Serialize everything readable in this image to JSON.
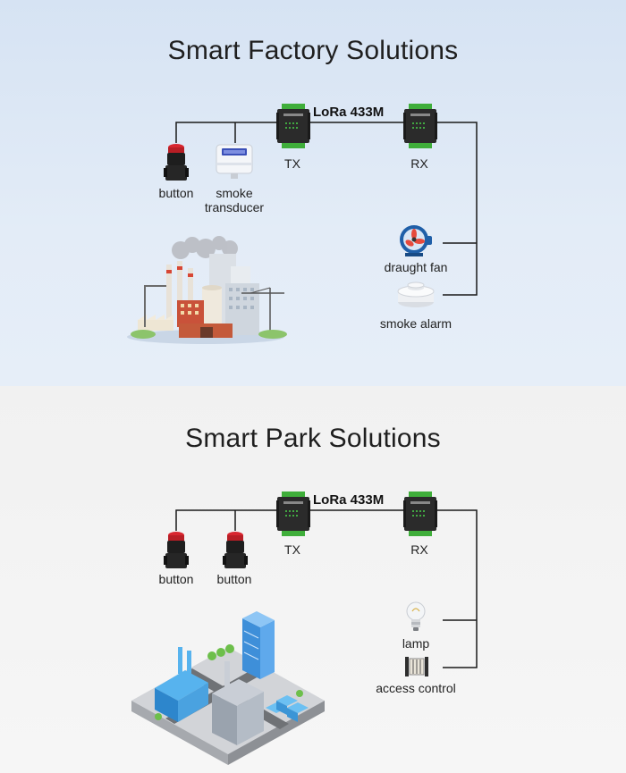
{
  "factory": {
    "title": "Smart Factory Solutions",
    "link_label": "LoRa 433M",
    "tx_label": "TX",
    "rx_label": "RX",
    "inputs": [
      {
        "label": "button",
        "icon": "push-button-icon"
      },
      {
        "label": "smoke transducer",
        "line1": "smoke",
        "line2": "transducer",
        "icon": "smoke-transducer-icon"
      }
    ],
    "outputs": [
      {
        "label": "draught fan",
        "icon": "draught-fan-icon"
      },
      {
        "label": "smoke alarm",
        "icon": "smoke-alarm-icon"
      }
    ],
    "illustration": "factory-illustration"
  },
  "park": {
    "title": "Smart Park Solutions",
    "link_label": "LoRa 433M",
    "tx_label": "TX",
    "rx_label": "RX",
    "inputs": [
      {
        "label": "button",
        "icon": "push-button-icon"
      },
      {
        "label": "button",
        "icon": "push-button-icon"
      }
    ],
    "outputs": [
      {
        "label": "lamp",
        "icon": "lamp-icon"
      },
      {
        "label": "access control",
        "icon": "access-control-icon"
      }
    ],
    "illustration": "industrial-park-illustration"
  },
  "colors": {
    "device_body": "#2b2b2b",
    "terminal_green": "#3fae3a",
    "wire": "#1a1a1a",
    "button_red": "#d8262f"
  }
}
